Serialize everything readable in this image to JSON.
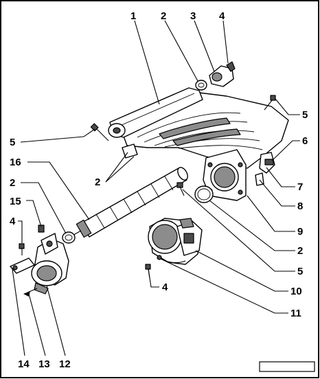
{
  "callouts": {
    "c1": "1",
    "c2a": "2",
    "c3": "3",
    "c4a": "4",
    "c5a": "5",
    "c5b": "5",
    "c6": "6",
    "c16": "16",
    "c2b": "2",
    "c2c": "2",
    "c7": "7",
    "c15": "15",
    "c8": "8",
    "c4b": "4",
    "c9": "9",
    "c2d": "2",
    "c5c": "5",
    "c4c": "4",
    "c10": "10",
    "c11": "11",
    "c14": "14",
    "c13": "13",
    "c12": "12"
  },
  "colors": {
    "line": "#000000",
    "shade": "#8c8c8c",
    "dark": "#4a4a4a",
    "background": "#ffffff"
  }
}
